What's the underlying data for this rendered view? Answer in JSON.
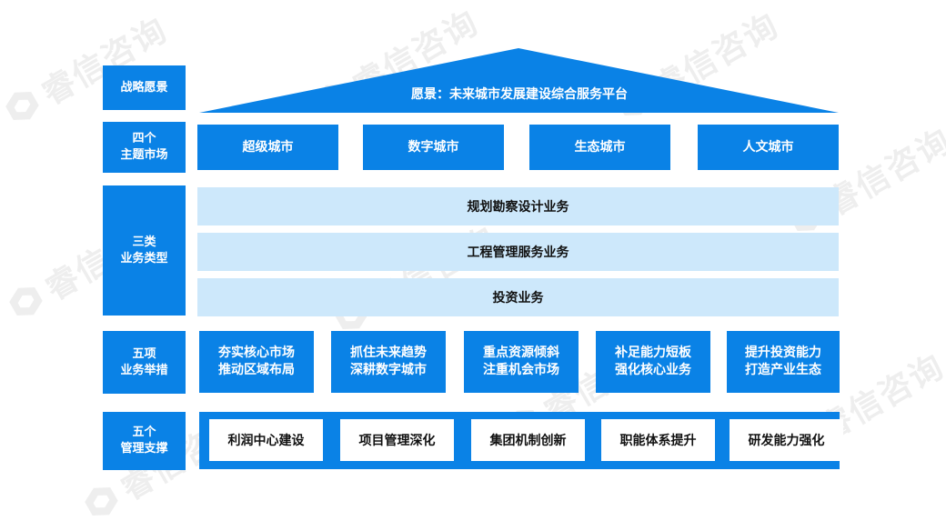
{
  "watermark": {
    "text": "睿信咨询"
  },
  "layers": {
    "vision": {
      "label": "战略愿景",
      "title": "愿景：未来城市发展建设综合服务平台"
    },
    "markets": {
      "label": "四个\n主题市场",
      "items": [
        "超级城市",
        "数字城市",
        "生态城市",
        "人文城市"
      ]
    },
    "business": {
      "label": "三类\n业务类型",
      "items": [
        "规划勘察设计业务",
        "工程管理服务业务",
        "投资业务"
      ]
    },
    "measures": {
      "label": "五项\n业务举措",
      "items": [
        "夯实核心市场\n推动区域布局",
        "抓住未来趋势\n深耕数字城市",
        "重点资源倾斜\n注重机会市场",
        "补足能力短板\n强化核心业务",
        "提升投资能力\n打造产业生态"
      ]
    },
    "support": {
      "label": "五个\n管理支撑",
      "items": [
        "利润中心建设",
        "项目管理深化",
        "集团机制创新",
        "职能体系提升",
        "研发能力强化"
      ]
    }
  },
  "colors": {
    "primary": "#0a82e6",
    "light": "#cde8fb",
    "watermark": "#969696"
  }
}
